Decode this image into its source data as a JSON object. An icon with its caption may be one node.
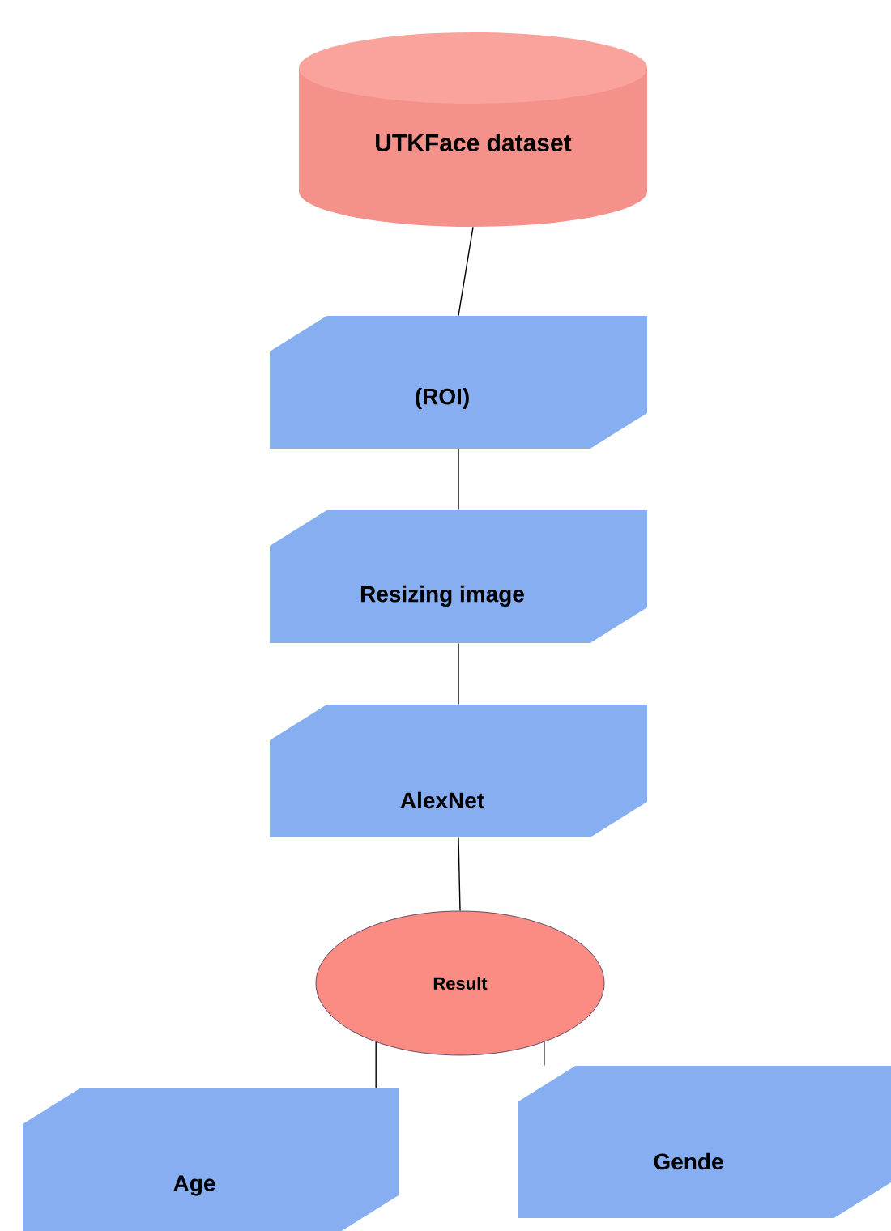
{
  "diagram": {
    "nodes": [
      {
        "text": [
          "UTKFace dataset"
        ]
      },
      {
        "text": [
          "(ROI)"
        ]
      },
      {
        "text": [
          "Resizing image"
        ]
      },
      {
        "text": [
          "AlexNet"
        ]
      },
      {
        "text": [
          "Result"
        ]
      },
      {
        "text": [
          "Age"
        ]
      },
      {
        "text": [
          "Gende"
        ]
      }
    ],
    "edges": [
      {
        "from": 0,
        "to": 1,
        "arrow": "none"
      },
      {
        "from": 1,
        "to": 2,
        "arrow": "none"
      },
      {
        "from": 2,
        "to": 3,
        "arrow": "none"
      },
      {
        "from": 3,
        "to": 4,
        "arrow": "none"
      },
      {
        "from": 4,
        "to": 5,
        "arrow": "none"
      },
      {
        "from": 4,
        "to": 6,
        "arrow": "none"
      }
    ]
  }
}
